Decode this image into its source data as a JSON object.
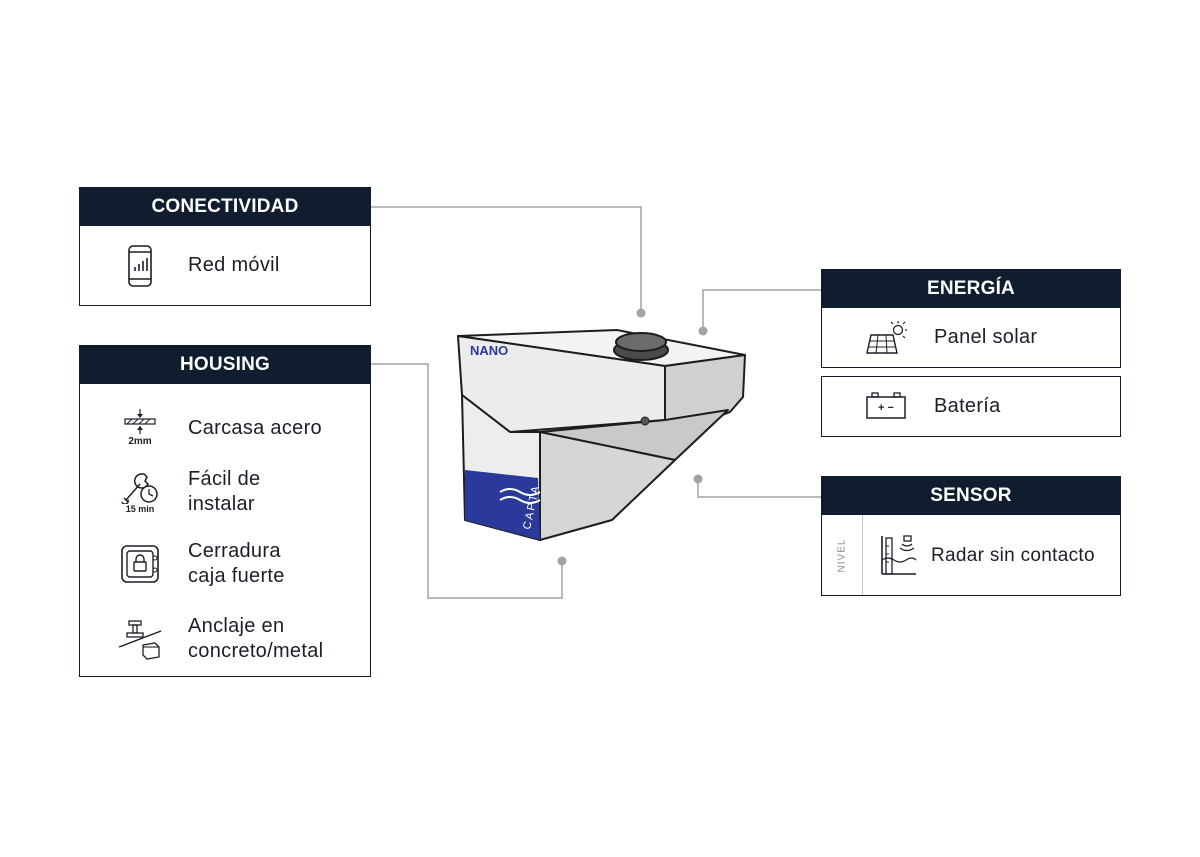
{
  "connectivity": {
    "title": "CONECTIVIDAD",
    "items": [
      {
        "icon": "phone-signal-icon",
        "label": "Red móvil"
      }
    ]
  },
  "housing": {
    "title": "HOUSING",
    "items": [
      {
        "icon": "steel-thickness-icon",
        "label": "Carcasa acero",
        "icon_caption": "2mm"
      },
      {
        "icon": "wrench-clock-icon",
        "label": "Fácil de\ninstalar",
        "icon_caption": "15 min"
      },
      {
        "icon": "safe-lock-icon",
        "label": "Cerradura\ncaja fuerte"
      },
      {
        "icon": "anchor-icon",
        "label": "Anclaje en\nconcreto/metal"
      }
    ]
  },
  "energy": {
    "title": "ENERGÍA",
    "items": [
      {
        "icon": "solar-panel-icon",
        "label": "Panel solar"
      },
      {
        "icon": "battery-icon",
        "label": "Batería",
        "icon_caption": "+ −"
      }
    ]
  },
  "sensor": {
    "title": "SENSOR",
    "side_label": "NIVEL",
    "items": [
      {
        "icon": "radar-level-icon",
        "label": "Radar sin contacto"
      }
    ]
  },
  "device": {
    "model_label": "NANO",
    "brand_label": "CAPTA",
    "brand_color": "#2b3a9a"
  },
  "colors": {
    "header_bg": "#0f1d2e",
    "connector": "#9a9a9a"
  }
}
